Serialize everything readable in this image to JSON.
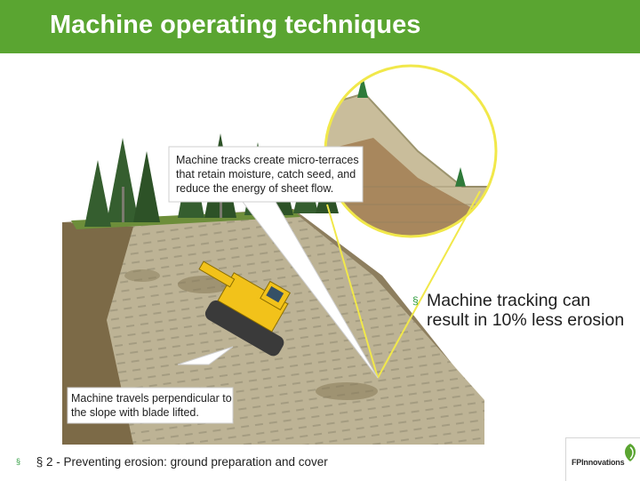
{
  "slide": {
    "title": "Machine operating techniques",
    "bullet": "Machine tracking can result in 10% less erosion",
    "footer": "§ 2 - Preventing erosion: ground preparation and cover",
    "bullet_marker": "§"
  },
  "illustration": {
    "callout_top_lines": [
      "Machine tracks create micro-terraces",
      "that retain moisture, catch seed, and",
      "reduce the energy of sheet flow."
    ],
    "callout_bottom_lines": [
      "Machine travels perpendicular to",
      "the slope with blade lifted."
    ]
  },
  "logo": {
    "text": "FPInnovations",
    "icon": "leaf-logo-icon"
  },
  "colors": {
    "title_bar": "#5aa531",
    "accent": "#2f9c3f",
    "soil": "#b5ab8b",
    "machine": "#f2c21a"
  }
}
